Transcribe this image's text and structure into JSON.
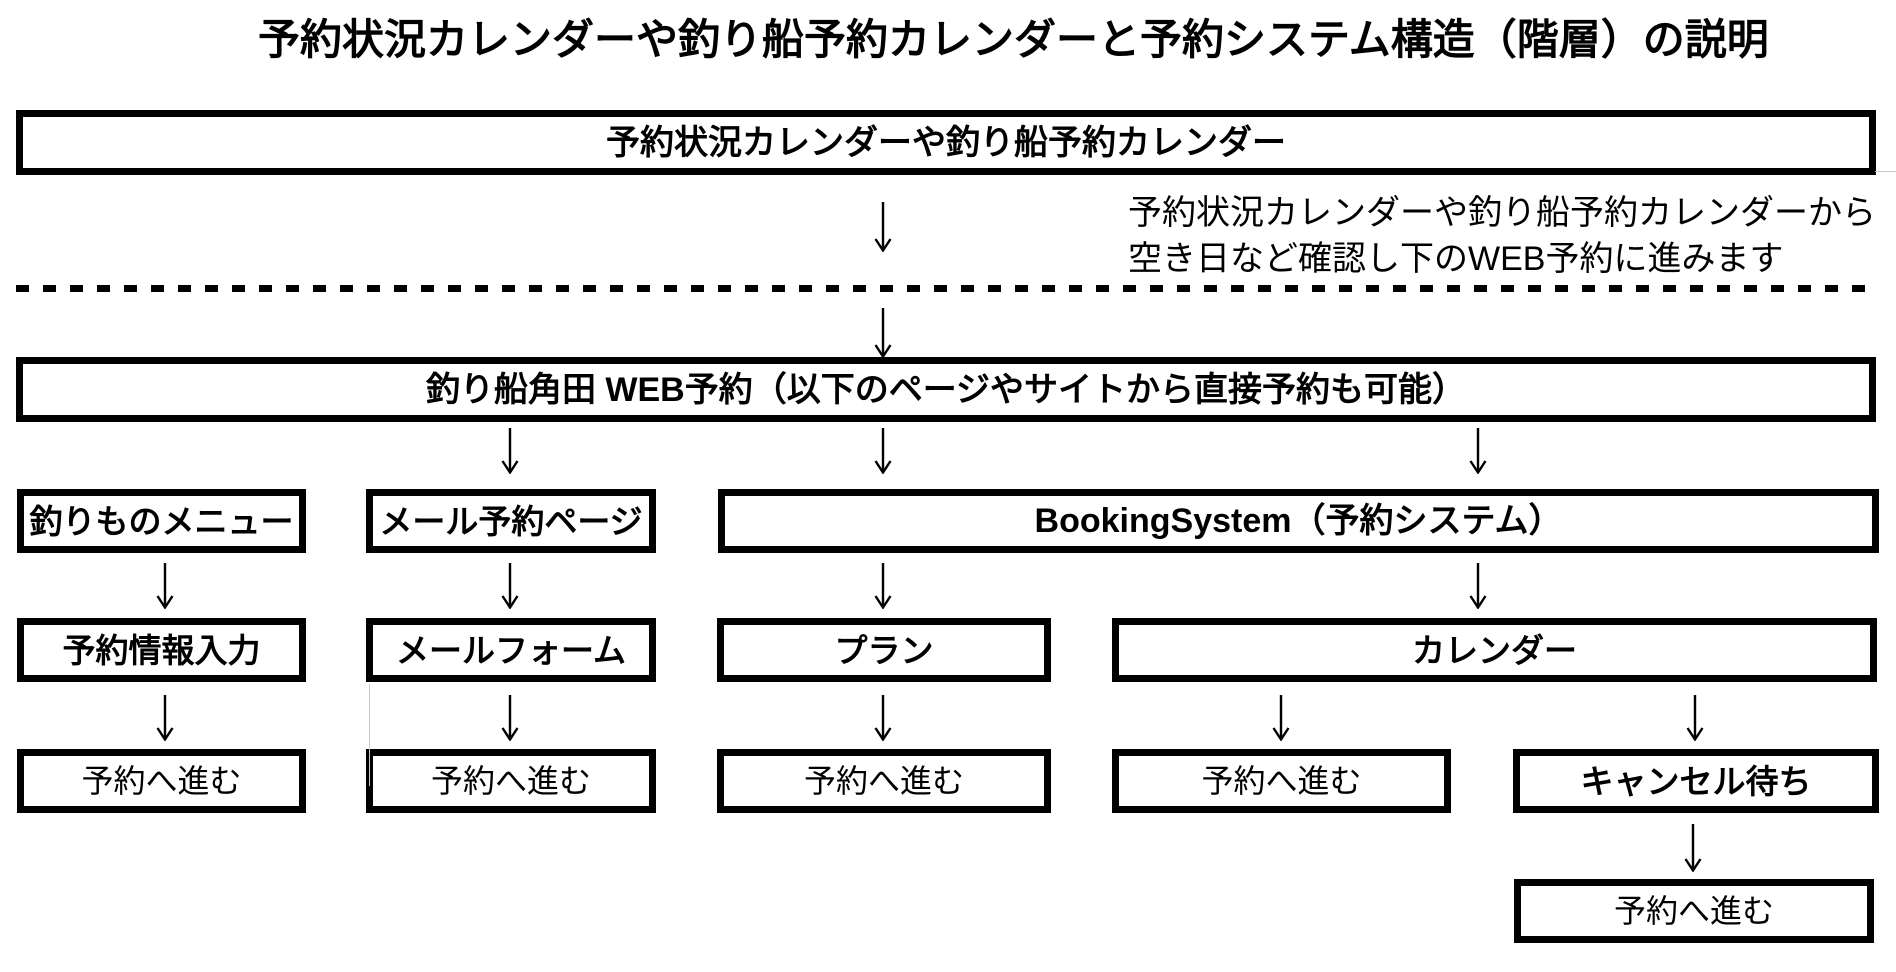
{
  "title": "予約状況カレンダーや釣り船予約カレンダーと予約システム構造（階層）の説明",
  "note": {
    "line1": "予約状況カレンダーや釣り船予約カレンダーから",
    "line2": "空き日など確認し下のWEB予約に進みます"
  },
  "boxes": {
    "calendars": {
      "label": "予約状況カレンダーや釣り船予約カレンダー"
    },
    "web_reserve": {
      "label": "釣り船角田 WEB予約（以下のページやサイトから直接予約も可能）"
    },
    "fishing_menu": {
      "label": "釣りものメニュー"
    },
    "mail_page": {
      "label": "メール予約ページ"
    },
    "booking_system": {
      "label": "BookingSystem（予約システム）"
    },
    "reserve_info": {
      "label": "予約情報入力"
    },
    "mail_form": {
      "label": "メールフォーム"
    },
    "plan": {
      "label": "プラン"
    },
    "calendar": {
      "label": "カレンダー"
    },
    "proceed1": {
      "label": "予約へ進む"
    },
    "proceed2": {
      "label": "予約へ進む"
    },
    "proceed3": {
      "label": "予約へ進む"
    },
    "proceed4": {
      "label": "予約へ進む"
    },
    "cancel_wait": {
      "label": "キャンセル待ち"
    },
    "proceed5": {
      "label": "予約へ進む"
    }
  },
  "colors": {
    "line": "#000000",
    "background": "#ffffff"
  }
}
